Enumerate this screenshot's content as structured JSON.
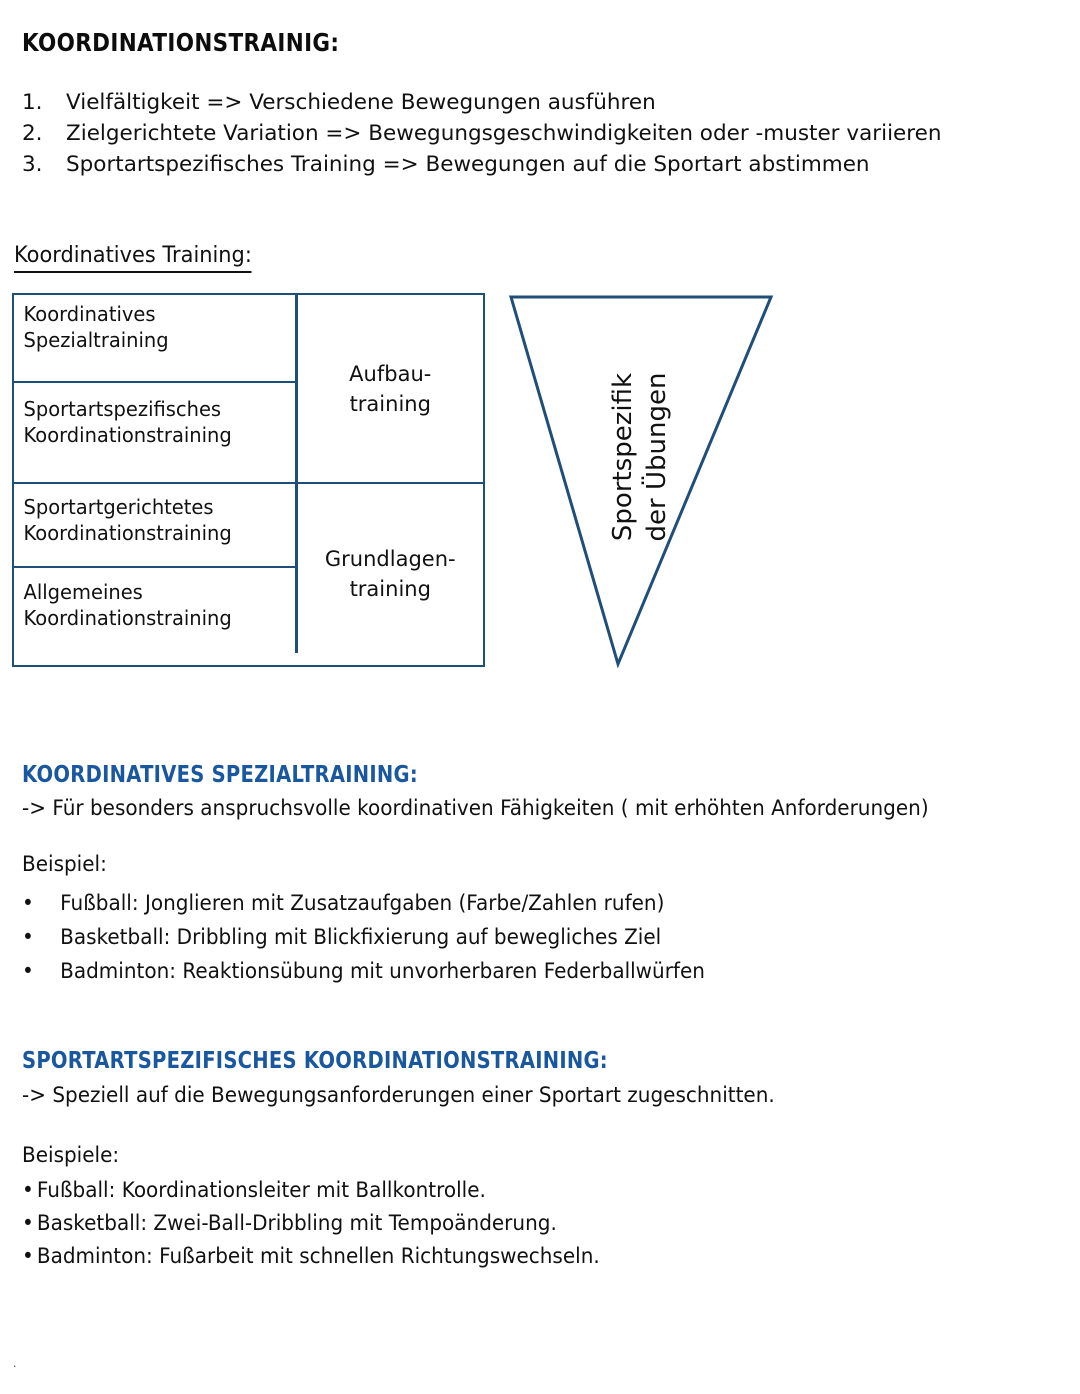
{
  "document": {
    "title": "KOORDINATIONSTRAINIG:",
    "arrow_glyph": "=>",
    "arrow_glyph_small": "->",
    "bullet_glyph": "•",
    "colors": {
      "heading_blue": "#19579f",
      "table_border": "#1f4e79",
      "triangle_stroke": "#1f4e79",
      "text_black": "#111111"
    }
  },
  "numbered_list": [
    {
      "number": "1.",
      "text": "Vielfältigkeit => Verschiedene Bewegungen ausführen"
    },
    {
      "number": "2.",
      "text": "Zielgerichtete Variation => Bewegungsgeschwindigkeiten oder -muster  variieren"
    },
    {
      "number": "3.",
      "text": "Sportartspezifisches Training => Bewegungen auf die Sportart abstimmen"
    }
  ],
  "table_section": {
    "label": "Koordinatives Training:",
    "left_cells": [
      {
        "line1": "Koordinatives",
        "line2": "Spezialtraining"
      },
      {
        "line1": "Sportartspezifisches",
        "line2": "Koordinationstraining"
      },
      {
        "line1": "Sportartgerichtetes",
        "line2": "Koordinationstraining"
      },
      {
        "line1": "Allgemeines",
        "line2": "Koordinationstraining"
      }
    ],
    "right_cells": [
      {
        "line1": "Aufbau-",
        "line2": "training"
      },
      {
        "line1": "Grundlagen-",
        "line2": "training"
      }
    ]
  },
  "triangle": {
    "label_line1": "Sportspezifik",
    "label_line2": "der Übungen"
  },
  "sections": [
    {
      "heading": "KOORDINATIVES SPEZIALTRAINING:",
      "definition": "-> Für besonders anspruchsvolle koordinativen Fähigkeiten ( mit erhöhten Anforderungen)",
      "examples_caption": "Beispiel:",
      "examples": [
        "Fußball: Jonglieren mit Zusatzaufgaben (Farbe/Zahlen rufen)",
        "Basketball: Dribbling mit Blickfixierung auf bewegliches Ziel",
        "Badminton: Reaktionsübung mit unvorherbaren Federballwürfen"
      ]
    },
    {
      "heading": "SPORTARTSPEZIFISCHES KOORDINATIONSTRAINING:",
      "definition": "-> Speziell auf die Bewegungsanforderungen einer Sportart zugeschnitten.",
      "examples_caption": "Beispiele:",
      "examples": [
        "Fußball: Koordinationsleiter mit Ballkontrolle.",
        "Basketball: Zwei-Ball-Dribbling mit Tempoänderung.",
        "Badminton: Fußarbeit mit schnellen Richtungswechseln."
      ]
    }
  ],
  "footer_mark": "."
}
